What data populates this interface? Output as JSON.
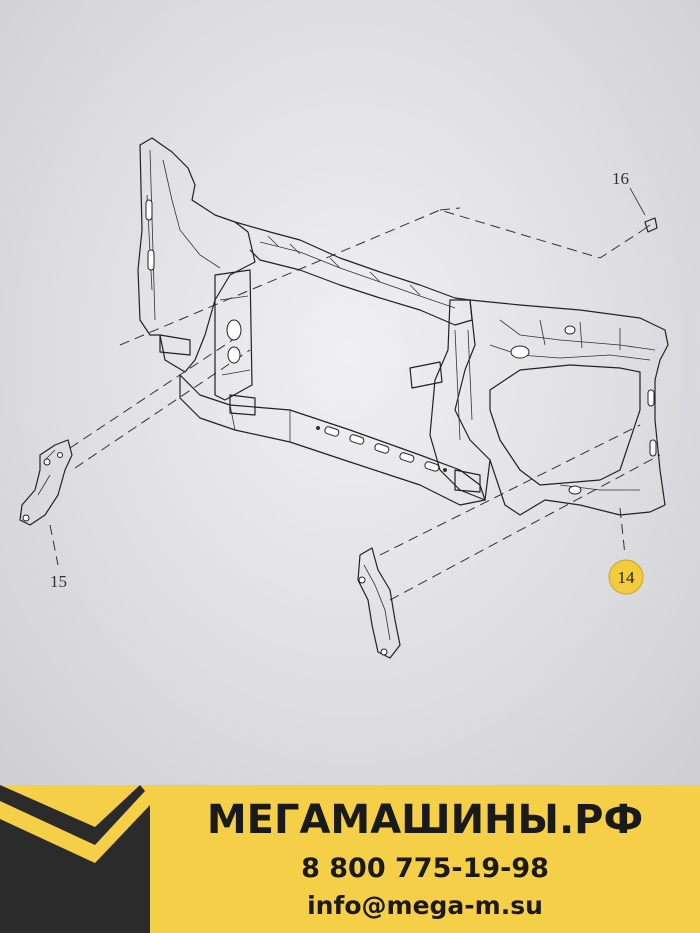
{
  "diagram": {
    "callouts": [
      {
        "id": "16",
        "label": "16",
        "highlighted": false
      },
      {
        "id": "15",
        "label": "15",
        "highlighted": false
      },
      {
        "id": "14",
        "label": "14",
        "highlighted": true
      }
    ],
    "highlight_color": "#f2cc3d"
  },
  "banner": {
    "brand": "МЕГАМАШИНЫ.РФ",
    "phone": "8 800 775-19-98",
    "email": "info@mega-m.su",
    "background_color": "#f5cf47",
    "logo_color": "#2b2b2b"
  }
}
